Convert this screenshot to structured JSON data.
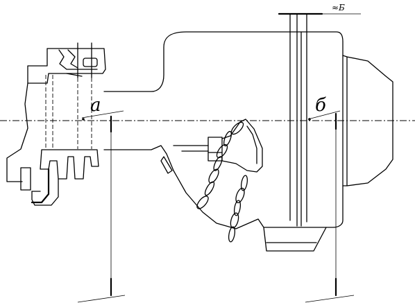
{
  "labels": {
    "point_a": "a",
    "point_b": "б",
    "dimension_b": "≈Б"
  },
  "colors": {
    "line": "#000000",
    "background": "#ffffff"
  }
}
